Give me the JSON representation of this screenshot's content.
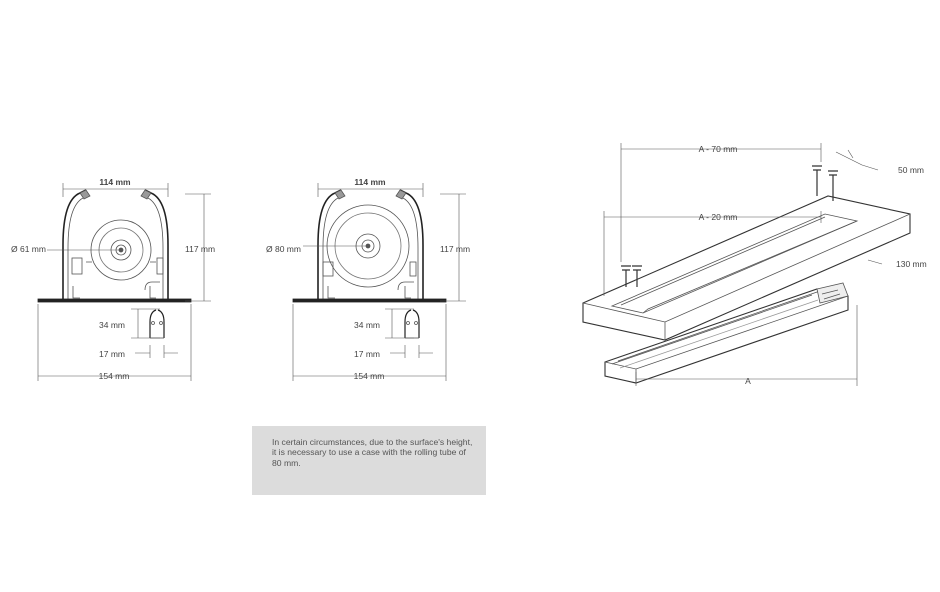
{
  "left_section": {
    "top_width": "114 mm",
    "tube_diameter": "Ø 61 mm",
    "height": "117 mm",
    "slot_height": "34 mm",
    "slot_width": "17 mm",
    "total_width": "154 mm"
  },
  "center_section": {
    "top_width": "114 mm",
    "tube_diameter": "Ø 80 mm",
    "height": "117 mm",
    "slot_height": "34 mm",
    "slot_width": "17 mm",
    "total_width": "154 mm"
  },
  "iso_view": {
    "outer_length": "A - 70 mm",
    "inner_length": "A - 20 mm",
    "side_offset": "50 mm",
    "width": "130 mm",
    "case_length": "A"
  },
  "note": {
    "text": "In certain circumstances, due to the surface's height, it is necessary to use a case with the rolling tube of 80 mm."
  }
}
